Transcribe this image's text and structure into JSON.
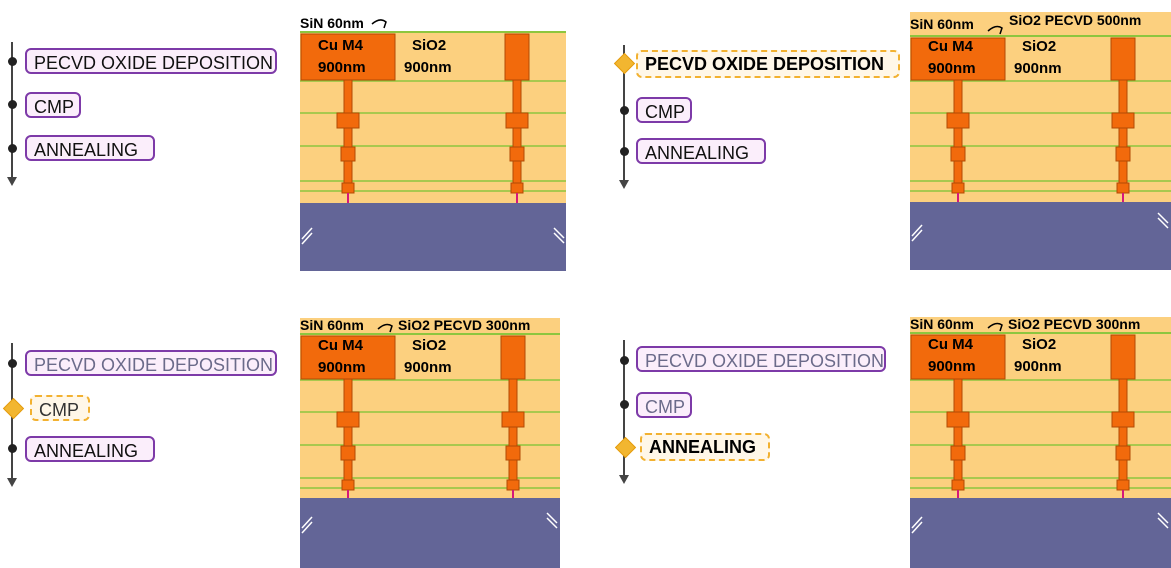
{
  "colors": {
    "oxide": "#fcd07f",
    "copper": "#f26a0c",
    "copper_edge": "#b24a04",
    "sin_line": "#8dc63f",
    "substrate": "#636597",
    "contact": "#d6187a",
    "label_border": "#7d3aa8",
    "label_fill": "#fbeefb",
    "active_border": "#f2b130",
    "active_marker": "#f2b630"
  },
  "icons": {
    "current_step_marker": "diamond-icon",
    "step_marker": "dot-icon",
    "flow_direction": "arrow-down-icon",
    "substrate_break": "break-mark-icon"
  },
  "panels": [
    {
      "steps": [
        {
          "label": "PECVD OXIDE DEPOSITION",
          "state": "pending"
        },
        {
          "label": "CMP",
          "state": "pending"
        },
        {
          "label": "ANNEALING",
          "state": "pending"
        }
      ],
      "cross_section": {
        "sin_label": "SiN 60nm",
        "oxide_label": "",
        "metal_label": "Cu M4",
        "metal_thickness": "900nm",
        "dielectric_label": "SiO2",
        "dielectric_thickness": "900nm",
        "top_oxide_nm": 0
      }
    },
    {
      "steps": [
        {
          "label": "PECVD OXIDE DEPOSITION",
          "state": "active"
        },
        {
          "label": "CMP",
          "state": "pending"
        },
        {
          "label": "ANNEALING",
          "state": "pending"
        }
      ],
      "cross_section": {
        "sin_label": "SiN 60nm",
        "oxide_label": "SiO2 PECVD 500nm",
        "metal_label": "Cu M4",
        "metal_thickness": "900nm",
        "dielectric_label": "SiO2",
        "dielectric_thickness": "900nm",
        "top_oxide_nm": 500
      }
    },
    {
      "steps": [
        {
          "label": "PECVD OXIDE DEPOSITION",
          "state": "done"
        },
        {
          "label": "CMP",
          "state": "active"
        },
        {
          "label": "ANNEALING",
          "state": "pending"
        }
      ],
      "cross_section": {
        "sin_label": "SiN 60nm",
        "oxide_label": "SiO2 PECVD 300nm",
        "metal_label": "Cu M4",
        "metal_thickness": "900nm",
        "dielectric_label": "SiO2",
        "dielectric_thickness": "900nm",
        "top_oxide_nm": 300
      }
    },
    {
      "steps": [
        {
          "label": "PECVD OXIDE DEPOSITION",
          "state": "done"
        },
        {
          "label": "CMP",
          "state": "done"
        },
        {
          "label": "ANNEALING",
          "state": "active"
        }
      ],
      "cross_section": {
        "sin_label": "SiN 60nm",
        "oxide_label": "SiO2 PECVD 300nm",
        "metal_label": "Cu M4",
        "metal_thickness": "900nm",
        "dielectric_label": "SiO2",
        "dielectric_thickness": "900nm",
        "top_oxide_nm": 300
      }
    }
  ]
}
